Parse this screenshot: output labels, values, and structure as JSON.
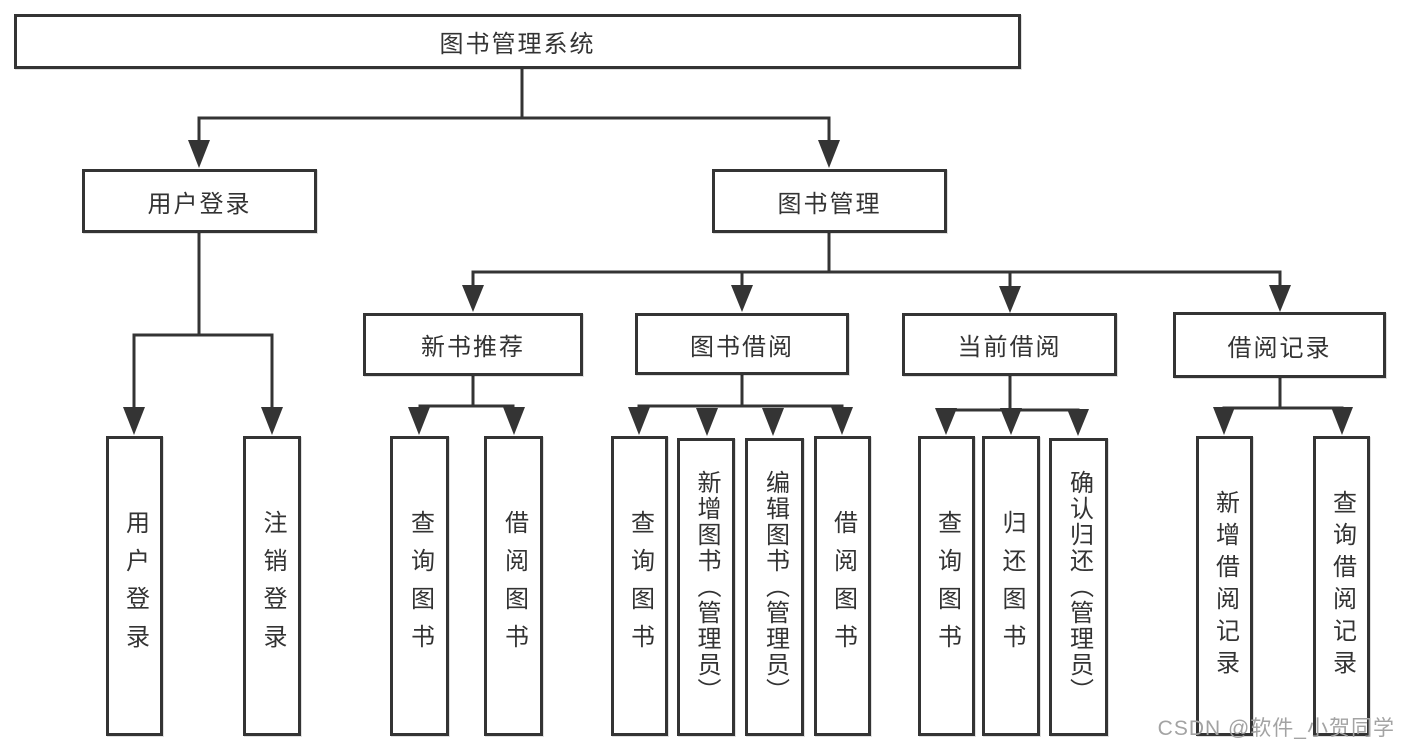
{
  "diagram": {
    "type": "hierarchy-tree",
    "root": {
      "label": "图书管理系统"
    },
    "branches": [
      {
        "label": "用户登录",
        "children": [
          {
            "label": "用户登录"
          },
          {
            "label": "注销登录"
          }
        ]
      },
      {
        "label": "图书管理",
        "children": [
          {
            "label": "新书推荐",
            "children": [
              {
                "label": "查询图书"
              },
              {
                "label": "借阅图书"
              }
            ]
          },
          {
            "label": "图书借阅",
            "children": [
              {
                "label": "查询图书"
              },
              {
                "label": "新增图书（管理员）"
              },
              {
                "label": "编辑图书（管理员）"
              },
              {
                "label": "借阅图书"
              }
            ]
          },
          {
            "label": "当前借阅",
            "children": [
              {
                "label": "查询图书"
              },
              {
                "label": "归还图书"
              },
              {
                "label": "确认归还（管理员）"
              }
            ]
          },
          {
            "label": "借阅记录",
            "children": [
              {
                "label": "新增借阅记录"
              },
              {
                "label": "查询借阅记录"
              }
            ]
          }
        ]
      }
    ]
  },
  "watermark": {
    "text": "CSDN @软件_小贺同学"
  },
  "colors": {
    "line": "#343434",
    "box_border": "#343434",
    "text": "#333333",
    "background": "#ffffff",
    "watermark": "#a3a3a3"
  }
}
